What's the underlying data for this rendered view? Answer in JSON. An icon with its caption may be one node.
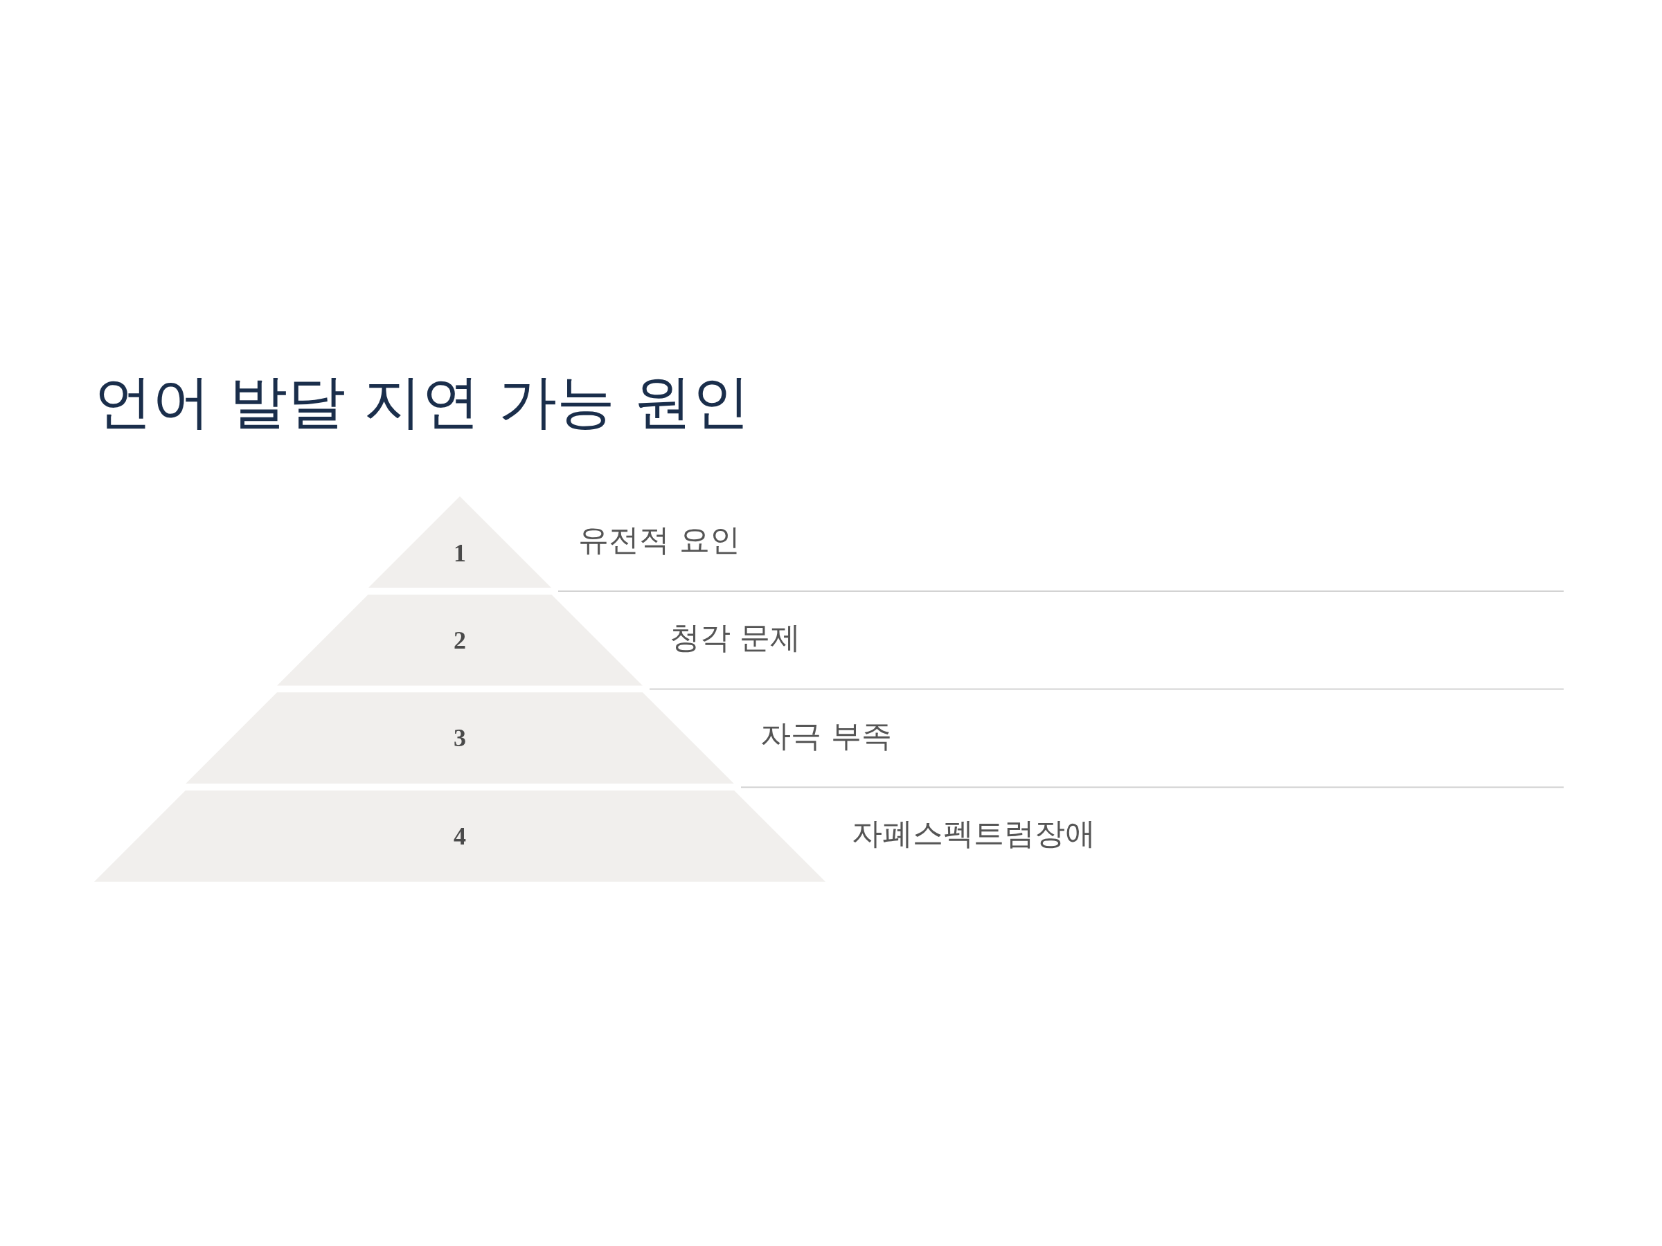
{
  "diagram": {
    "title": "언어 발달 지연 가능 원인",
    "nodes": [
      {
        "text": [
          "1"
        ],
        "beside": [
          "유전적 요인"
        ]
      },
      {
        "text": [
          "2"
        ],
        "beside": [
          "청각 문제"
        ]
      },
      {
        "text": [
          "3"
        ],
        "beside": [
          "자극 부족"
        ]
      },
      {
        "text": [
          "4"
        ],
        "beside": [
          "자폐스펙트럼장애"
        ]
      }
    ]
  }
}
